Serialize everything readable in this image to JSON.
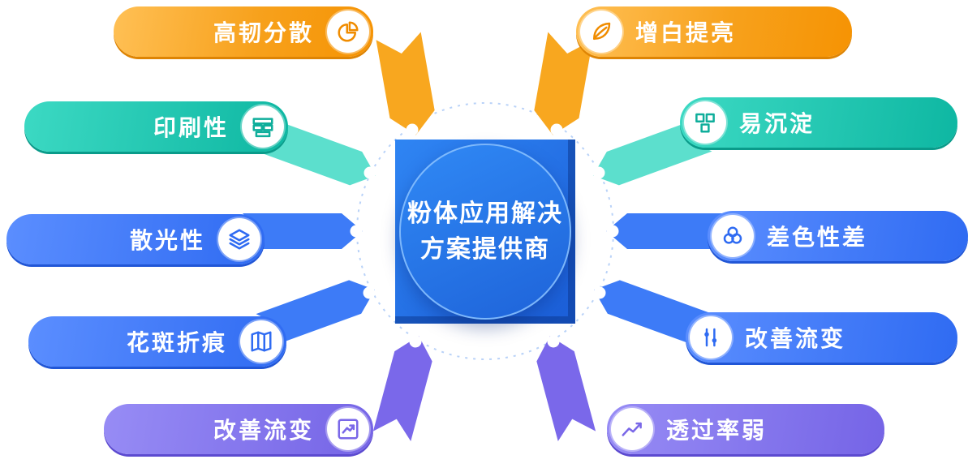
{
  "center": {
    "title_line1": "粉体应用解决",
    "title_line2": "方案提供商"
  },
  "left_items": [
    {
      "label": "高韧分散",
      "icon": "pie-chart-icon",
      "color": "#F7A11C"
    },
    {
      "label": "印刷性",
      "icon": "print-icon",
      "color": "#12BBA6"
    },
    {
      "label": "散光性",
      "icon": "layers-icon",
      "color": "#2F6BF2"
    },
    {
      "label": "花斑折痕",
      "icon": "map-icon",
      "color": "#2F6BF2"
    },
    {
      "label": "改善流变",
      "icon": "trend-chart-icon",
      "color": "#7867E7"
    }
  ],
  "right_items": [
    {
      "label": "增白提亮",
      "icon": "leaf-icon",
      "color": "#F7A11C"
    },
    {
      "label": "易沉淀",
      "icon": "blocks-icon",
      "color": "#12BBA6"
    },
    {
      "label": "差色性差",
      "icon": "venn-circles-icon",
      "color": "#2F6BF2"
    },
    {
      "label": "改善流变",
      "icon": "sliders-icon",
      "color": "#2F6BF2"
    },
    {
      "label": "透过率弱",
      "icon": "line-chart-icon",
      "color": "#7867E7"
    }
  ],
  "accent_colors": {
    "orange": "#F7A11C",
    "teal": "#12BBA6",
    "teal_light": "#5CDFCD",
    "blue": "#2F6BF2",
    "purple": "#7867E7",
    "center_blue": "#1E63D9"
  }
}
